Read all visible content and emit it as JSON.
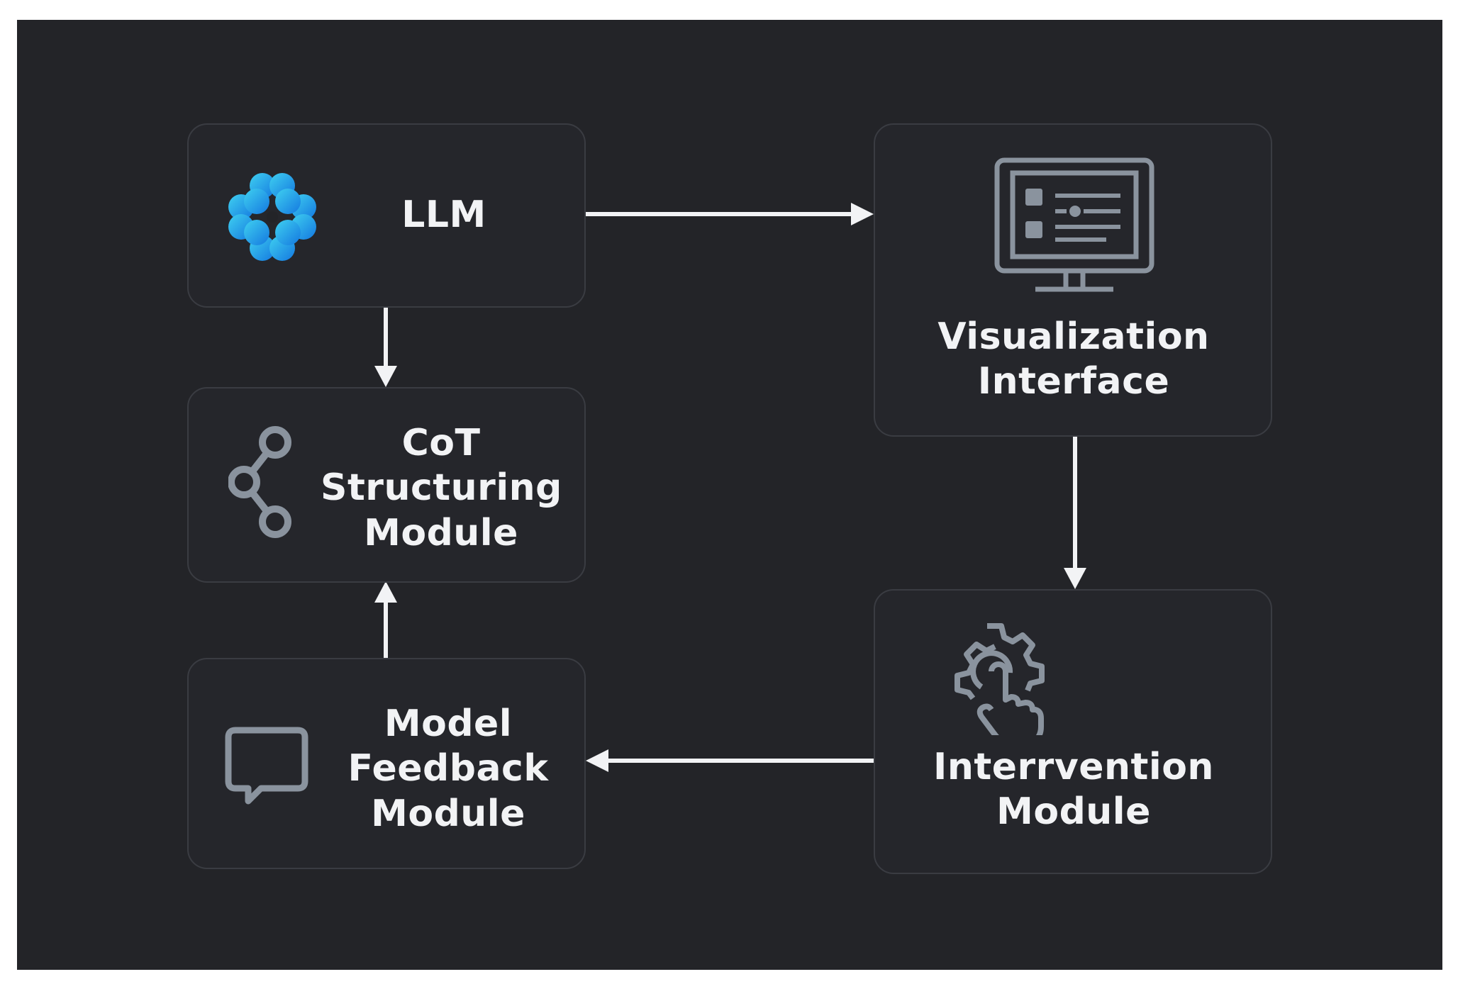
{
  "nodes": {
    "llm": {
      "label": "LLM"
    },
    "cot": {
      "label": "CoT\nStructuring\nModule"
    },
    "feedback": {
      "label": "Model\nFeedback\nModule"
    },
    "visualization": {
      "label": "Visualization\nInterface"
    },
    "intervention": {
      "label": "Interrvention\nModule"
    }
  },
  "icons": {
    "llm": "flower-logo-icon",
    "cot": "branch-nodes-icon",
    "feedback": "chat-bubble-icon",
    "visualization": "monitor-dashboard-icon",
    "intervention": "gear-hand-icon"
  },
  "colors": {
    "background": "#232428",
    "box_border": "#3a3c42",
    "text": "#f2f3f5",
    "icon_gray": "#8a939e",
    "logo_blue": "#1aa6e8",
    "arrow": "#f2f3f5"
  },
  "edges": [
    {
      "from": "llm",
      "to": "visualization"
    },
    {
      "from": "llm",
      "to": "cot"
    },
    {
      "from": "visualization",
      "to": "intervention"
    },
    {
      "from": "intervention",
      "to": "feedback"
    },
    {
      "from": "feedback",
      "to": "cot"
    }
  ]
}
